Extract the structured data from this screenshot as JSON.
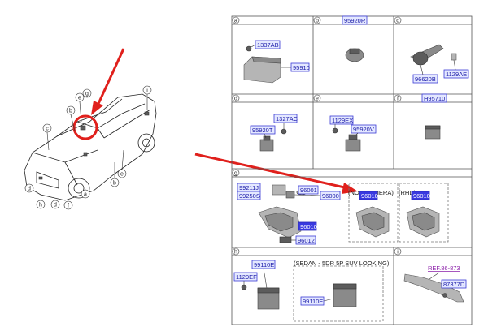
{
  "car_callouts": [
    "e",
    "g",
    "b",
    "c",
    "i",
    "d",
    "h",
    "d",
    "f",
    "a",
    "b",
    "e"
  ],
  "sections": {
    "a": {
      "letter": "a",
      "parts": [
        "1337AB",
        "95910"
      ]
    },
    "b": {
      "letter": "b",
      "header": "95920R"
    },
    "c": {
      "letter": "c",
      "parts": [
        "96620B",
        "1129AE"
      ]
    },
    "d": {
      "letter": "d",
      "parts": [
        "1327AC",
        "95920T"
      ]
    },
    "e": {
      "letter": "e",
      "parts": [
        "1129EX",
        "95920V"
      ]
    },
    "f": {
      "letter": "f",
      "header": "H95710"
    },
    "g": {
      "letter": "g",
      "parts": [
        "99211J",
        "99250S",
        "96001",
        "96000",
        "96010",
        "96012"
      ],
      "note_camera": "(NON CAMERA)",
      "note_rhd": "(RHD)",
      "hl1": "96010",
      "hl2": "96010"
    },
    "h": {
      "letter": "h",
      "parts": [
        "99110E",
        "1129EF"
      ],
      "note": "(SEDAN - 5DR 5P SUV LOOKING)",
      "inner_part": "99110E"
    },
    "i": {
      "letter": "i",
      "ref": "REF.86-873",
      "part": "87377D"
    }
  },
  "colors": {
    "arrow": "#e0201c",
    "part_box": "#3b3bd6",
    "ref": "#8a1fa8",
    "highlight": "#3a3ae0"
  }
}
